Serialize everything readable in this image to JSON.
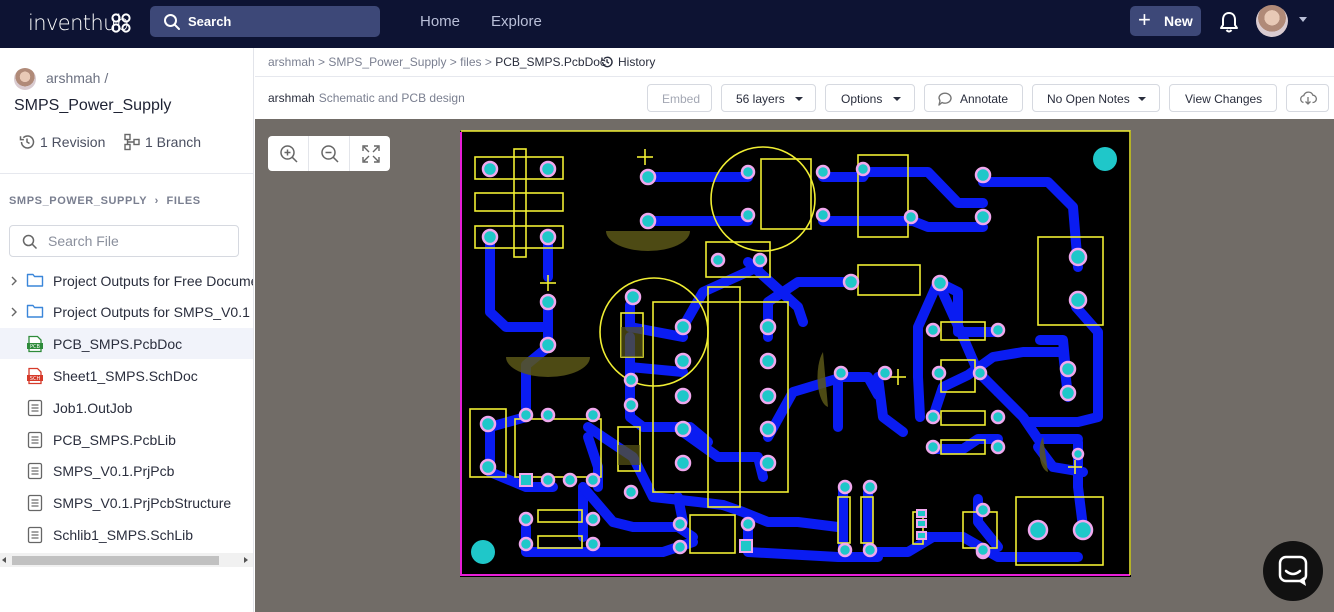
{
  "nav": {
    "logo": "inventhub",
    "search_label": "Search",
    "links": [
      "Home",
      "Explore"
    ],
    "new_label": "New"
  },
  "repo": {
    "owner": "arshmah /",
    "name": "SMPS_Power_Supply",
    "revisions": "1 Revision",
    "branches": "1 Branch"
  },
  "files": {
    "breadcrumb": [
      "SMPS_POWER_SUPPLY",
      "FILES"
    ],
    "search_placeholder": "Search File",
    "items": [
      {
        "name": "Project Outputs for Free Docume",
        "type": "folder"
      },
      {
        "name": "Project Outputs for SMPS_V0.1",
        "type": "folder"
      },
      {
        "name": "PCB_SMPS.PcbDoc",
        "type": "pcb"
      },
      {
        "name": "Sheet1_SMPS.SchDoc",
        "type": "sch"
      },
      {
        "name": "Job1.OutJob",
        "type": "doc"
      },
      {
        "name": "PCB_SMPS.PcbLib",
        "type": "doc"
      },
      {
        "name": "SMPS_V0.1.PrjPcb",
        "type": "doc"
      },
      {
        "name": "SMPS_V0.1.PrjPcbStructure",
        "type": "doc"
      },
      {
        "name": "Schlib1_SMPS.SchLib",
        "type": "doc"
      }
    ]
  },
  "header": {
    "breadcrumb": [
      "arshmah",
      "SMPS_Power_Supply",
      "files"
    ],
    "breadcrumb_sep": ">",
    "current_file": "PCB_SMPS.PcbDoc",
    "history_label": "History",
    "author": "arshmah",
    "description": "Schematic and PCB design"
  },
  "toolbar": {
    "embed": "Embed",
    "layers": "56 layers",
    "options": "Options",
    "annotate": "Annotate",
    "notes": "No Open Notes",
    "view_changes": "View Changes"
  },
  "colors": {
    "nav_bg": "#0d1333",
    "viewer_bg": "#716c67",
    "trace": "#0a1cf2",
    "silkscreen": "#f0ee33",
    "pad": "#1fc7c9",
    "outline": "#e81ed8"
  }
}
